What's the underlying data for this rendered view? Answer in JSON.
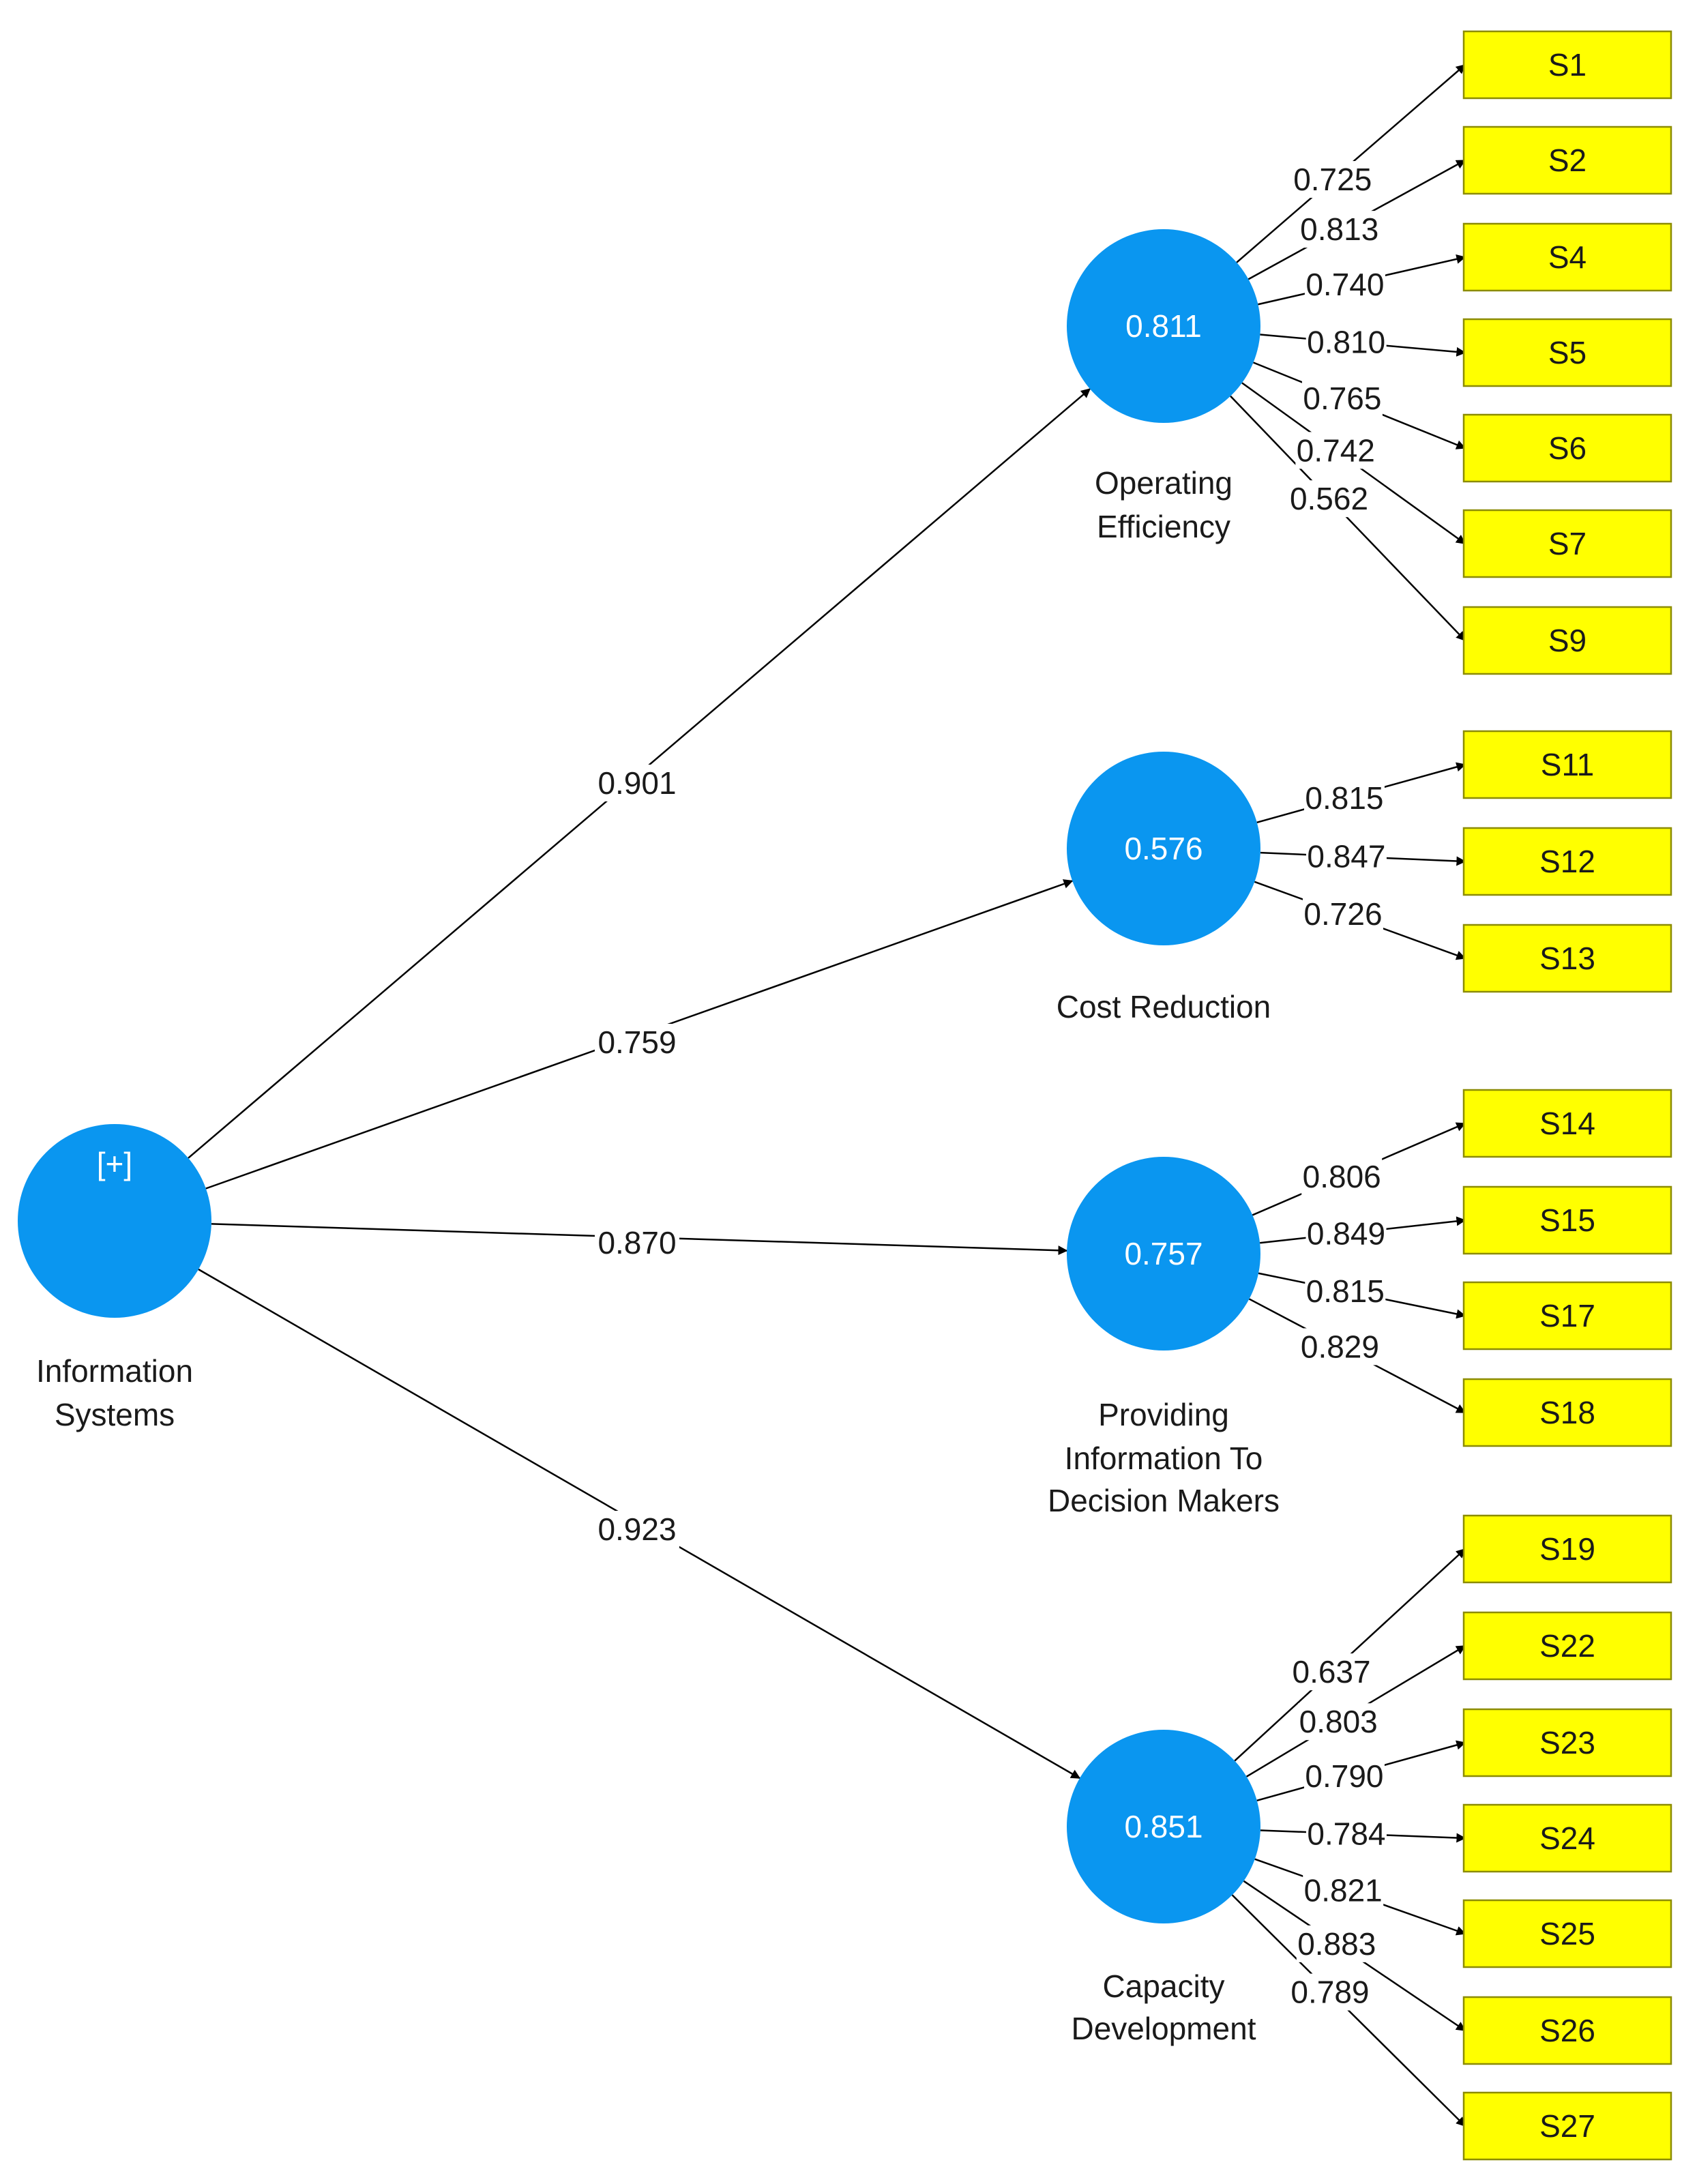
{
  "diagram": {
    "exogenous": {
      "id": "IS",
      "name_lines": [
        "Information",
        "Systems"
      ],
      "badge": "[+]"
    },
    "constructs": [
      {
        "id": "OE",
        "value": "0.811",
        "name_lines": [
          "Operating",
          "Efficiency"
        ],
        "path": "0.901",
        "indicators": [
          {
            "label": "S1",
            "loading": "0.725"
          },
          {
            "label": "S2",
            "loading": "0.813"
          },
          {
            "label": "S4",
            "loading": "0.740"
          },
          {
            "label": "S5",
            "loading": "0.810"
          },
          {
            "label": "S6",
            "loading": "0.765"
          },
          {
            "label": "S7",
            "loading": "0.742"
          },
          {
            "label": "S9",
            "loading": "0.562"
          }
        ]
      },
      {
        "id": "CR",
        "value": "0.576",
        "name_lines": [
          "Cost Reduction"
        ],
        "path": "0.759",
        "indicators": [
          {
            "label": "S11",
            "loading": "0.815"
          },
          {
            "label": "S12",
            "loading": "0.847"
          },
          {
            "label": "S13",
            "loading": "0.726"
          }
        ]
      },
      {
        "id": "PI",
        "value": "0.757",
        "name_lines": [
          "Providing",
          "Information To",
          "Decision Makers"
        ],
        "path": "0.870",
        "indicators": [
          {
            "label": "S14",
            "loading": "0.806"
          },
          {
            "label": "S15",
            "loading": "0.849"
          },
          {
            "label": "S17",
            "loading": "0.815"
          },
          {
            "label": "S18",
            "loading": "0.829"
          }
        ]
      },
      {
        "id": "CD",
        "value": "0.851",
        "name_lines": [
          "Capacity",
          "Development"
        ],
        "path": "0.923",
        "indicators": [
          {
            "label": "S19",
            "loading": "0.637"
          },
          {
            "label": "S22",
            "loading": "0.803"
          },
          {
            "label": "S23",
            "loading": "0.790"
          },
          {
            "label": "S24",
            "loading": "0.784"
          },
          {
            "label": "S25",
            "loading": "0.821"
          },
          {
            "label": "S26",
            "loading": "0.883"
          },
          {
            "label": "S27",
            "loading": "0.789"
          }
        ]
      }
    ],
    "colors": {
      "construct": "#0a96f0",
      "indicator": "#ffff00",
      "indicator_border": "#8c8c00",
      "edge": "#000000"
    }
  }
}
